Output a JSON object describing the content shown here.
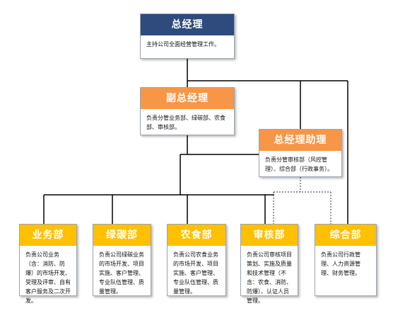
{
  "nodes": {
    "gm": {
      "title": "总经理",
      "desc": "主持公司全面经营管理工作。"
    },
    "deputy": {
      "title": "副总经理",
      "desc": "负责分管业务部、绿碳部、农食部、审核部。"
    },
    "assistant": {
      "title": "总经理助理",
      "desc": "负责分管审核部（风控管理）、综合部（行政事务）。"
    },
    "business": {
      "title": "业务部",
      "desc": "负责公司业务（含：消防、防爆）的市场开发、受理及评审、自有客户服务及二次开发。"
    },
    "carbon": {
      "title": "绿碳部",
      "desc": "负责公司绿碳业务的市场开发、项目实施、客户管理、专业队伍管理、质量管理。"
    },
    "food": {
      "title": "农食部",
      "desc": "负责公司农食业务的市场开发、项目实施、客户管理、专业队伍管理、质量管理。"
    },
    "audit": {
      "title": "审核部",
      "desc": "负责公司审核项目策划、实施及质量和技术管理（不含：农食、消防、防爆）、认证人员管理。"
    },
    "general": {
      "title": "综合部",
      "desc": "负责公司行政管理、人力资源管理、财务管理。"
    }
  },
  "colors": {
    "gm_header": "#2f4a7c",
    "deputy_header": "#f79646",
    "dept_header": "#ffc000",
    "connector": "#000000"
  }
}
